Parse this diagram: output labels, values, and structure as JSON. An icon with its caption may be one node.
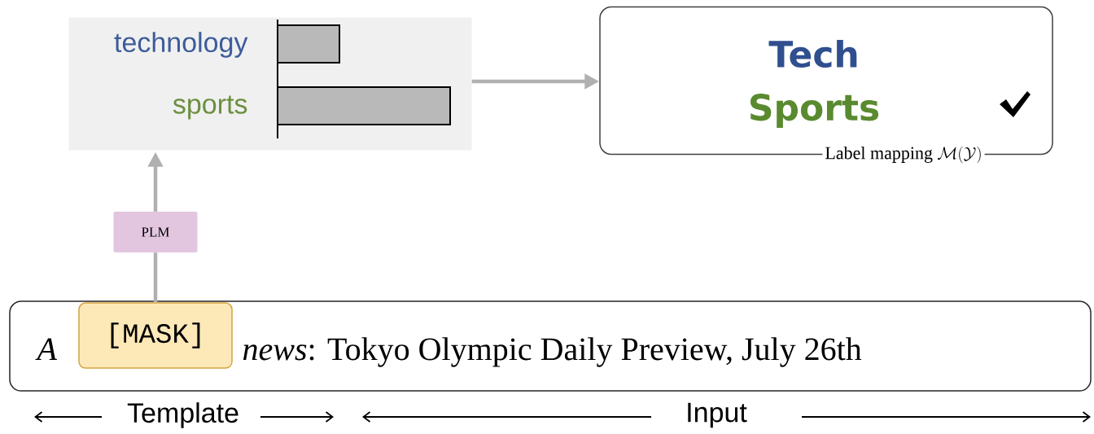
{
  "diagram": {
    "nodes": [
      {
        "text": [
          "technology",
          "sports"
        ]
      },
      {
        "text": [
          "Tech",
          "Sports",
          "Label mapping",
          "\\mathcal{M}(\\mathcal{Y})"
        ]
      },
      {
        "text": [
          "PLM"
        ]
      },
      {
        "text": [
          "A",
          "*news*: Tokyo Olympic Daily Preview, July 26th"
        ]
      },
      {
        "text": [
          "[MASK]"
        ],
        "in": 3
      }
    ],
    "edges": [
      {
        "from": 4,
        "to": 2,
        "arrow": "none"
      },
      {
        "from": 2,
        "to": 0,
        "arrow": "to"
      },
      {
        "from": 0,
        "to": 1,
        "arrow": "to"
      }
    ],
    "labels": [
      "Template",
      "Input"
    ]
  }
}
